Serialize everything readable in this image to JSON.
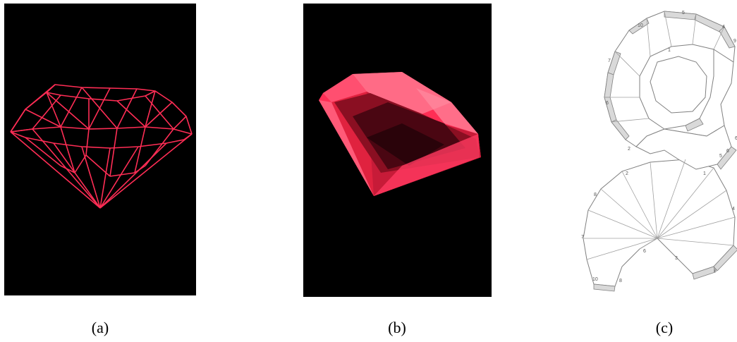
{
  "captions": {
    "a": "(a)",
    "b": "(b)",
    "c": "(c)"
  },
  "colors": {
    "wire": "#ff2d55",
    "gem": "#ff2e55",
    "background": "#000000",
    "net_stroke": "#808080",
    "tab_fill": "#d9d9d9"
  },
  "net_labels": [
    "10",
    "5",
    "4",
    "9",
    "1",
    "7",
    "6",
    "2",
    "6",
    "2",
    "8",
    "1",
    "4",
    "7",
    "3",
    "6",
    "8",
    "10",
    "8",
    "5",
    "6"
  ]
}
